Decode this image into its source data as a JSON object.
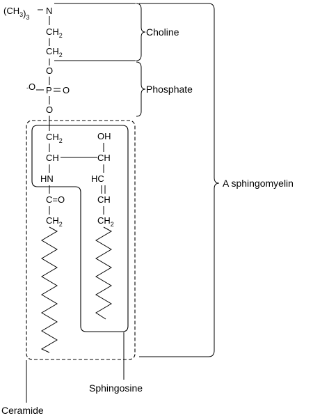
{
  "figure": {
    "molecule": {
      "trimethyl_group": "(CH3)3",
      "nitrogen": "N",
      "oxygen": "O",
      "phosphorus": "P",
      "oxygen_anion": "-O",
      "ch2": "CH2",
      "ch": "CH",
      "hn": "HN",
      "hc": "HC",
      "oh": "OH",
      "carbonyl": "C=O",
      "double_bond": "="
    },
    "labels": {
      "choline": "Choline",
      "phosphate": "Phosphate",
      "sphingomyelin": "A sphingomyelin",
      "sphingosine": "Sphingosine",
      "ceramide": "Ceramide"
    }
  }
}
